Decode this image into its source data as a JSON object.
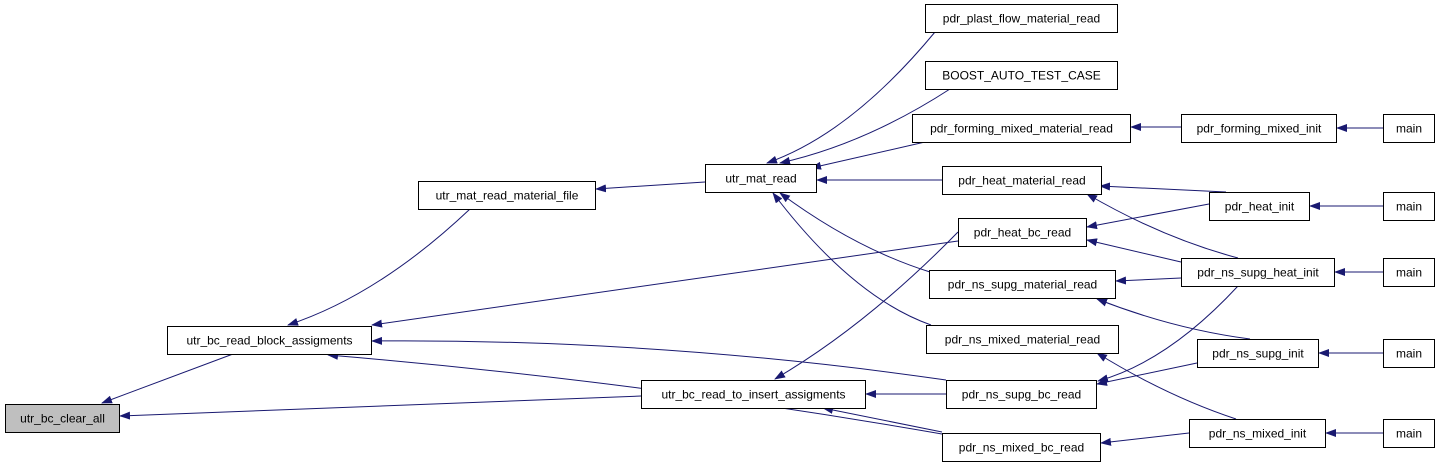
{
  "graph": {
    "colors": {
      "edge": "#191970",
      "node_fill": "#ffffff",
      "root_fill": "#bfbfbf",
      "border": "#000000"
    },
    "nodes": [
      {
        "id": "n_clear_all",
        "label": "utr_bc_clear_all",
        "root": true
      },
      {
        "id": "n_block",
        "label": "utr_bc_read_block_assigments"
      },
      {
        "id": "n_mat_file",
        "label": "utr_mat_read_material_file"
      },
      {
        "id": "n_insert",
        "label": "utr_bc_read_to_insert_assigments"
      },
      {
        "id": "n_mat_read",
        "label": "utr_mat_read"
      },
      {
        "id": "n_plast",
        "label": "pdr_plast_flow_material_read"
      },
      {
        "id": "n_boost",
        "label": "BOOST_AUTO_TEST_CASE"
      },
      {
        "id": "n_forming_mat",
        "label": "pdr_forming_mixed_material_read"
      },
      {
        "id": "n_heat_mat",
        "label": "pdr_heat_material_read"
      },
      {
        "id": "n_heat_bc",
        "label": "pdr_heat_bc_read"
      },
      {
        "id": "n_ns_supg_mat",
        "label": "pdr_ns_supg_material_read"
      },
      {
        "id": "n_ns_mixed_mat",
        "label": "pdr_ns_mixed_material_read"
      },
      {
        "id": "n_ns_supg_bc",
        "label": "pdr_ns_supg_bc_read"
      },
      {
        "id": "n_ns_mixed_bc",
        "label": "pdr_ns_mixed_bc_read"
      },
      {
        "id": "n_forming_init",
        "label": "pdr_forming_mixed_init"
      },
      {
        "id": "n_heat_init",
        "label": "pdr_heat_init"
      },
      {
        "id": "n_ns_supg_heat_init",
        "label": "pdr_ns_supg_heat_init"
      },
      {
        "id": "n_ns_supg_init",
        "label": "pdr_ns_supg_init"
      },
      {
        "id": "n_ns_mixed_init",
        "label": "pdr_ns_mixed_init"
      },
      {
        "id": "n_main1",
        "label": "main"
      },
      {
        "id": "n_main2",
        "label": "main"
      },
      {
        "id": "n_main3",
        "label": "main"
      },
      {
        "id": "n_main4",
        "label": "main"
      },
      {
        "id": "n_main5",
        "label": "main"
      }
    ],
    "edges": [
      {
        "from": "n_block",
        "to": "n_clear_all"
      },
      {
        "from": "n_insert",
        "to": "n_clear_all"
      },
      {
        "from": "n_mat_file",
        "to": "n_block"
      },
      {
        "from": "n_heat_bc",
        "to": "n_block"
      },
      {
        "from": "n_ns_supg_bc",
        "to": "n_block"
      },
      {
        "from": "n_ns_mixed_bc",
        "to": "n_block"
      },
      {
        "from": "n_mat_read",
        "to": "n_mat_file"
      },
      {
        "from": "n_heat_bc",
        "to": "n_insert"
      },
      {
        "from": "n_ns_supg_bc",
        "to": "n_insert"
      },
      {
        "from": "n_ns_mixed_bc",
        "to": "n_insert"
      },
      {
        "from": "n_plast",
        "to": "n_mat_read"
      },
      {
        "from": "n_boost",
        "to": "n_mat_read"
      },
      {
        "from": "n_forming_mat",
        "to": "n_mat_read"
      },
      {
        "from": "n_heat_mat",
        "to": "n_mat_read"
      },
      {
        "from": "n_ns_supg_mat",
        "to": "n_mat_read"
      },
      {
        "from": "n_ns_mixed_mat",
        "to": "n_mat_read"
      },
      {
        "from": "n_forming_init",
        "to": "n_forming_mat"
      },
      {
        "from": "n_heat_init",
        "to": "n_heat_mat"
      },
      {
        "from": "n_ns_supg_heat_init",
        "to": "n_heat_mat"
      },
      {
        "from": "n_heat_init",
        "to": "n_heat_bc"
      },
      {
        "from": "n_ns_supg_heat_init",
        "to": "n_heat_bc"
      },
      {
        "from": "n_ns_supg_heat_init",
        "to": "n_ns_supg_mat"
      },
      {
        "from": "n_ns_supg_init",
        "to": "n_ns_supg_mat"
      },
      {
        "from": "n_ns_mixed_init",
        "to": "n_ns_mixed_mat"
      },
      {
        "from": "n_ns_supg_heat_init",
        "to": "n_ns_supg_bc"
      },
      {
        "from": "n_ns_supg_init",
        "to": "n_ns_supg_bc"
      },
      {
        "from": "n_ns_mixed_init",
        "to": "n_ns_mixed_bc"
      },
      {
        "from": "n_main1",
        "to": "n_forming_init"
      },
      {
        "from": "n_main2",
        "to": "n_heat_init"
      },
      {
        "from": "n_main3",
        "to": "n_ns_supg_heat_init"
      },
      {
        "from": "n_main4",
        "to": "n_ns_supg_init"
      },
      {
        "from": "n_main5",
        "to": "n_ns_mixed_init"
      }
    ]
  }
}
